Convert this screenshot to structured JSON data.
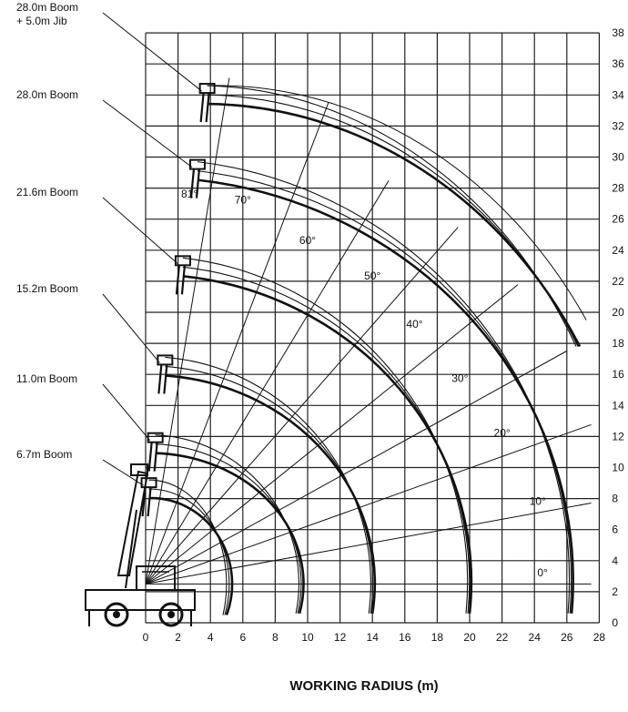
{
  "chart_data": {
    "type": "range-diagram",
    "xlabel": "WORKING RADIUS (m)",
    "ylabel": "",
    "x_ticks": [
      0,
      2,
      4,
      6,
      8,
      10,
      12,
      14,
      16,
      18,
      20,
      22,
      24,
      26,
      28
    ],
    "y_ticks": [
      0,
      2,
      4,
      6,
      8,
      10,
      12,
      14,
      16,
      18,
      20,
      22,
      24,
      26,
      28,
      30,
      32,
      34,
      36,
      38
    ],
    "xlim": [
      0,
      28
    ],
    "ylim": [
      0,
      38
    ],
    "grid": true,
    "pivot": {
      "x": 0,
      "y": 2.5
    },
    "booms": [
      {
        "label": "6.7m Boom",
        "tip_angle_deg": 81,
        "radius_range": [
          1.2,
          5.0
        ]
      },
      {
        "label": "11.0m Boom",
        "tip_angle_deg": 81,
        "radius_range": [
          1.2,
          9.5
        ]
      },
      {
        "label": "15.2m Boom",
        "tip_angle_deg": 81,
        "radius_range": [
          1.2,
          14.0
        ]
      },
      {
        "label": "21.6m Boom",
        "tip_angle_deg": 81,
        "radius_range": [
          1.5,
          20.0
        ]
      },
      {
        "label": "28.0m Boom",
        "tip_angle_deg": 81,
        "radius_range": [
          2.0,
          26.3
        ]
      },
      {
        "label": "28.0m Boom\n+ 5.0m Jib",
        "tip_angle_deg": 81,
        "radius_range": [
          3.5,
          26.8
        ]
      }
    ],
    "angle_lines": [
      {
        "label": "0°",
        "deg": 0
      },
      {
        "label": "10°",
        "deg": 10
      },
      {
        "label": "20°",
        "deg": 20
      },
      {
        "label": "30°",
        "deg": 30
      },
      {
        "label": "40°",
        "deg": 40
      },
      {
        "label": "50°",
        "deg": 50
      },
      {
        "label": "60°",
        "deg": 60
      },
      {
        "label": "70°",
        "deg": 70
      },
      {
        "label": "81°",
        "deg": 81
      }
    ]
  }
}
